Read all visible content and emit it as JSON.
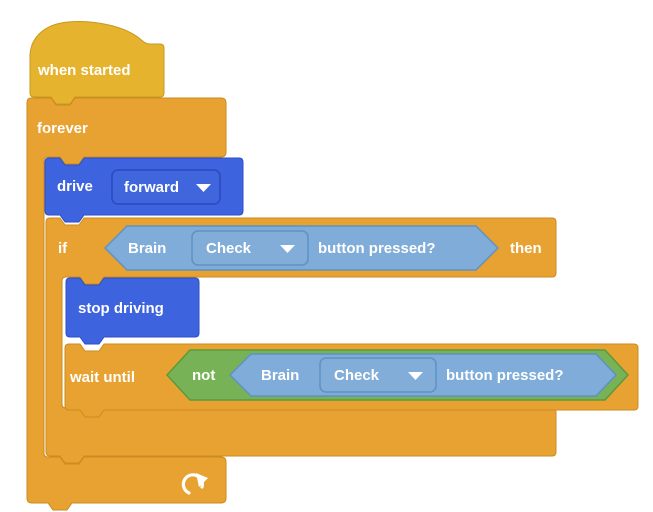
{
  "colors": {
    "event_yellow": "#E5B32D",
    "control_orange": "#E8A231",
    "drivetrain_blue": "#3D63DE",
    "boolean_light_blue": "#7FACD8",
    "operator_green": "#77B356",
    "text_white": "#FFFFFF"
  },
  "script": {
    "when_started": {
      "label": "when started"
    },
    "forever": {
      "label": "forever"
    },
    "drive": {
      "label": "drive",
      "direction": "forward"
    },
    "if_block": {
      "if_label": "if",
      "then_label": "then"
    },
    "brain_condition": {
      "device": "Brain",
      "button": "Check",
      "suffix": "button pressed?"
    },
    "stop_driving": {
      "label": "stop driving"
    },
    "wait_until": {
      "label": "wait until"
    },
    "not_operator": {
      "label": "not"
    },
    "brain_condition_2": {
      "device": "Brain",
      "button": "Check",
      "suffix": "button pressed?"
    }
  },
  "icons": {
    "dropdown_arrow": "triangle-down",
    "loop_arrow": "repeat-arrow"
  }
}
